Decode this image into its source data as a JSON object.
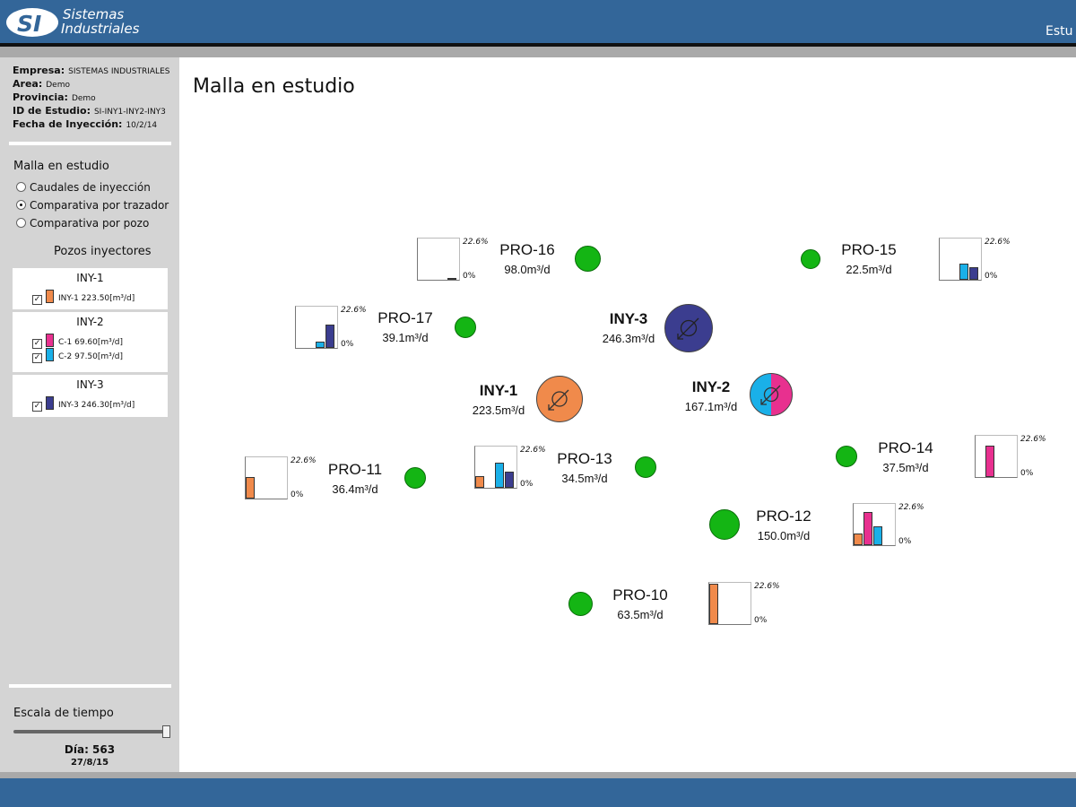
{
  "brand": {
    "line1": "Sistemas",
    "line2": "Industriales",
    "logo_text": "SI"
  },
  "header": {
    "right_text": "Estu"
  },
  "info": {
    "empresa_label": "Empresa:",
    "empresa": "SISTEMAS INDUSTRIALES",
    "area_label": "Area:",
    "area": "Demo",
    "provincia_label": "Provincia:",
    "provincia": "Demo",
    "estudio_label": "ID de Estudio:",
    "estudio": "SI-INY1-INY2-INY3",
    "fecha_label": "Fecha de Inyección:",
    "fecha": "10/2/14"
  },
  "menu": {
    "title": "Malla en estudio",
    "options": [
      "Caudales de inyección",
      "Comparativa por trazador",
      "Comparativa por pozo"
    ],
    "selected_index": 1
  },
  "injectors_panel": {
    "title": "Pozos inyectores",
    "groups": [
      {
        "name": "INY-1",
        "items": [
          {
            "label": "INY-1 223.50[m³/d]",
            "color": "#f08a4b",
            "checked": true
          }
        ]
      },
      {
        "name": "INY-2",
        "items": [
          {
            "label": "C-1 69.60[m³/d]",
            "color": "#e8308f",
            "checked": true
          },
          {
            "label": "C-2 97.50[m³/d]",
            "color": "#1ab0e8",
            "checked": true
          }
        ]
      },
      {
        "name": "INY-3",
        "items": [
          {
            "label": "INY-3 246.30[m³/d]",
            "color": "#3b3d8f",
            "checked": true
          }
        ]
      }
    ]
  },
  "time_scale": {
    "title": "Escala de tiempo",
    "day": "Día: 563",
    "date": "27/8/15",
    "slider_fraction": 1.0
  },
  "main": {
    "title": "Malla en estudio"
  },
  "colors": {
    "iny1": "#f08a4b",
    "c1": "#e8308f",
    "c2": "#1ab0e8",
    "iny3": "#3b3d8f",
    "producer": "#14b514",
    "header": "#336699"
  },
  "chart_scale": {
    "max_label": "22.6%",
    "min_label": "0%",
    "max_value": 22.6
  },
  "injector_wells": [
    {
      "name": "INY-1",
      "rate": "223.5m³/d",
      "icon": "injector-icon"
    },
    {
      "name": "INY-2",
      "rate": "167.1m³/d",
      "icon": "injector-icon"
    },
    {
      "name": "INY-3",
      "rate": "246.3m³/d",
      "icon": "injector-icon"
    }
  ],
  "producer_wells": [
    {
      "name": "PRO-16",
      "rate": "98.0m³/d",
      "bars": [
        0,
        0,
        0,
        1.0
      ]
    },
    {
      "name": "PRO-15",
      "rate": "22.5m³/d",
      "bars": [
        0,
        0,
        9.0,
        7.0
      ]
    },
    {
      "name": "PRO-17",
      "rate": "39.1m³/d",
      "bars": [
        0,
        0,
        3.5,
        13.0
      ]
    },
    {
      "name": "PRO-11",
      "rate": "36.4m³/d",
      "bars": [
        12.0,
        0,
        0,
        0
      ]
    },
    {
      "name": "PRO-13",
      "rate": "34.5m³/d",
      "bars": [
        6.5,
        0,
        14.0,
        9.0
      ]
    },
    {
      "name": "PRO-14",
      "rate": "37.5m³/d",
      "bars": [
        0,
        17.0,
        0,
        0
      ]
    },
    {
      "name": "PRO-12",
      "rate": "150.0m³/d",
      "bars": [
        6.5,
        18.0,
        10.5,
        0
      ]
    },
    {
      "name": "PRO-10",
      "rate": "63.5m³/d",
      "bars": [
        22.0,
        0,
        0,
        0
      ]
    }
  ]
}
